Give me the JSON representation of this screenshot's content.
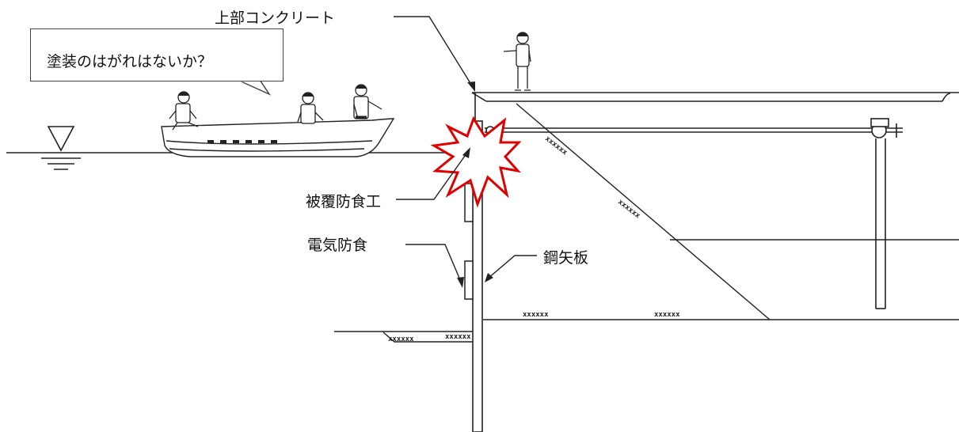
{
  "speech_bubble": {
    "text": "塗装のはがれはないか？"
  },
  "labels": {
    "superstructure_concrete": "上部コンクリート",
    "coating_protection": "被覆防食工",
    "cathodic_protection": "電気防食",
    "steel_sheet_pile": "鋼矢板"
  },
  "colors": {
    "line": "#222222",
    "damage_burst": "#e00000",
    "background": "#ffffff"
  },
  "icons": [
    "water-level-icon",
    "damage-burst-icon",
    "inspector-icon",
    "boat-icon"
  ]
}
